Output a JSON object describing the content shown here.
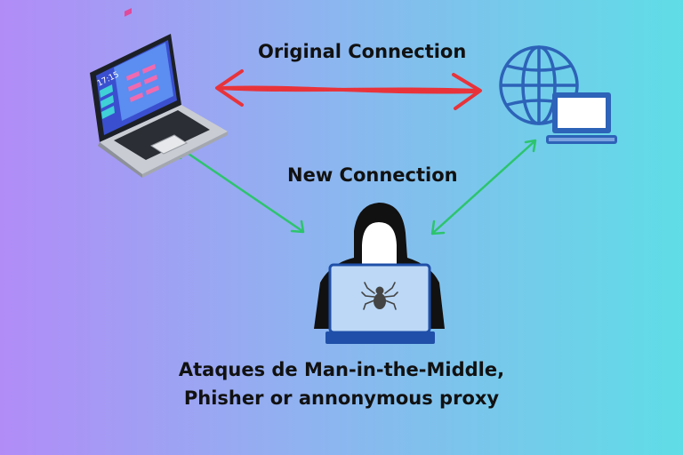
{
  "diagram": {
    "original_connection_label": "Original Connection",
    "new_connection_label": "New Connection",
    "caption_line1": "Ataques de Man-in-the-Middle,",
    "caption_line2": "Phisher or annonymous proxy",
    "laptop_clock": "17:15"
  },
  "colors": {
    "original_arrow": "#e8333a",
    "new_arrow": "#2dc46d",
    "globe_blue": "#2d63b8",
    "hacker_laptop": "#bcd8f6"
  },
  "icons": [
    "laptop-icon",
    "globe-computer-icon",
    "hacker-icon",
    "spider-bug-icon"
  ]
}
